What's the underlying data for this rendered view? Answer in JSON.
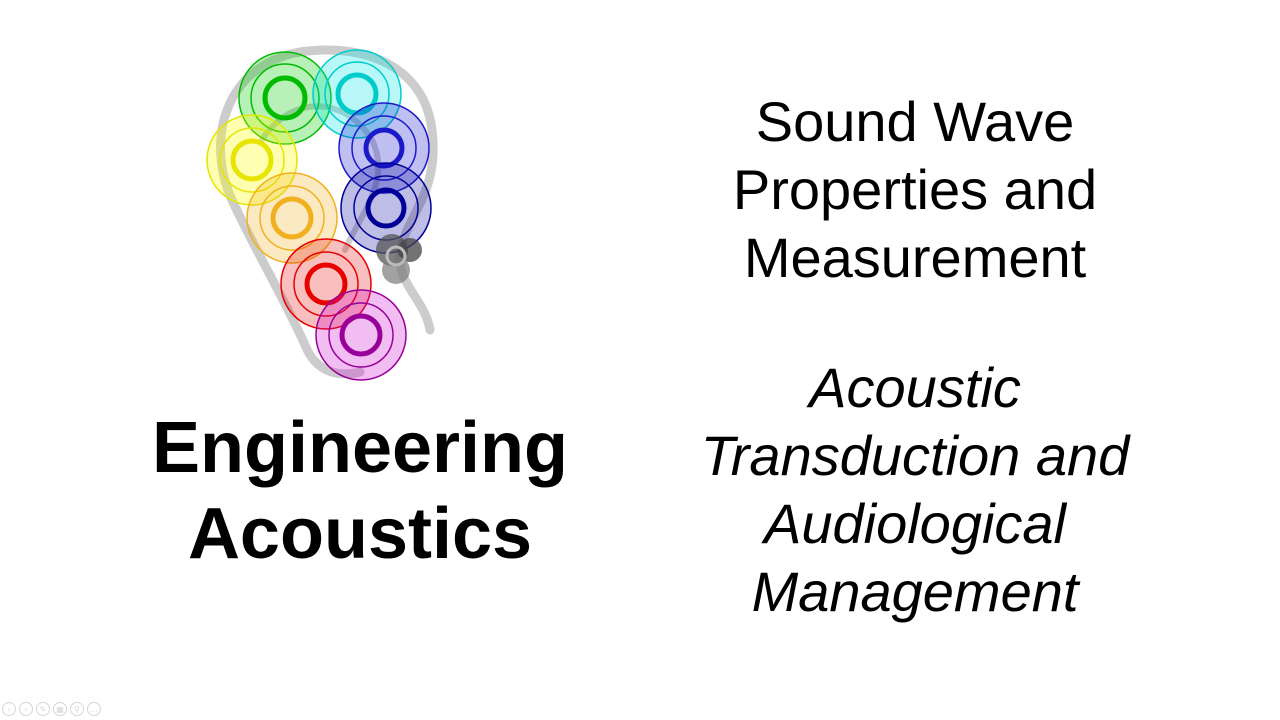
{
  "brand": {
    "line1": "Engineering",
    "line2": "Acoustics"
  },
  "headline": {
    "line1": "Sound Wave",
    "line2": "Properties and",
    "line3": "Measurement"
  },
  "subhead": {
    "line1": "Acoustic",
    "line2": "Transduction and",
    "line3": "Audiological",
    "line4": "Management"
  },
  "logo": {
    "icon": "ear-logo-icon",
    "colors": [
      "#00cc00",
      "#00e5e5",
      "#1a1acc",
      "#000099",
      "#e5e500",
      "#f0b020",
      "#e60000",
      "#990099",
      "#7a7a7a",
      "#cccccc"
    ]
  },
  "controls": [
    {
      "icon": "previous-icon",
      "glyph": "‹"
    },
    {
      "icon": "next-icon",
      "glyph": "›"
    },
    {
      "icon": "pen-icon",
      "glyph": "✎"
    },
    {
      "icon": "slides-grid-icon",
      "glyph": "▦"
    },
    {
      "icon": "zoom-icon",
      "glyph": "⚲"
    },
    {
      "icon": "more-options-icon",
      "glyph": "…"
    }
  ]
}
